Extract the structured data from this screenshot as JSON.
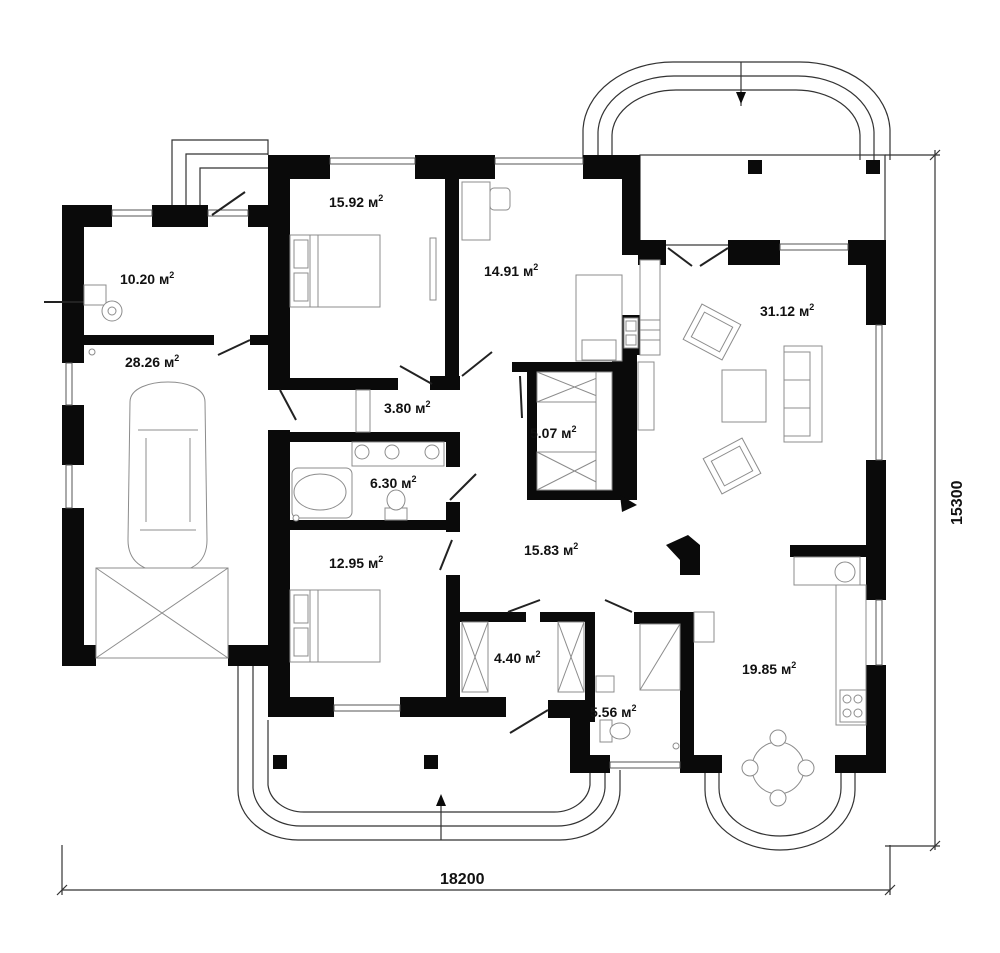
{
  "plan": {
    "rooms": [
      {
        "id": "bedroom-1",
        "area": "15.92",
        "unit": "м"
      },
      {
        "id": "utility",
        "area": "10.20",
        "unit": "м"
      },
      {
        "id": "study",
        "area": "14.91",
        "unit": "м"
      },
      {
        "id": "living",
        "area": "31.12",
        "unit": "м"
      },
      {
        "id": "garage",
        "area": "28.26",
        "unit": "м"
      },
      {
        "id": "corridor",
        "area": "3.80",
        "unit": "м"
      },
      {
        "id": "dressing-1",
        "area": "5.07",
        "unit": "м"
      },
      {
        "id": "bathroom",
        "area": "6.30",
        "unit": "м"
      },
      {
        "id": "hall",
        "area": "15.83",
        "unit": "м"
      },
      {
        "id": "bedroom-2",
        "area": "12.95",
        "unit": "м"
      },
      {
        "id": "dressing-2",
        "area": "4.40",
        "unit": "м"
      },
      {
        "id": "kitchen",
        "area": "19.85",
        "unit": "м"
      },
      {
        "id": "wc",
        "area": "5.56",
        "unit": "м"
      }
    ],
    "unit_power": "2",
    "dimensions": {
      "width": "18200",
      "height": "15300"
    },
    "colors": {
      "wall": "#0a0a0a",
      "furniture": "#8c8c8c",
      "background": "#ffffff"
    }
  }
}
